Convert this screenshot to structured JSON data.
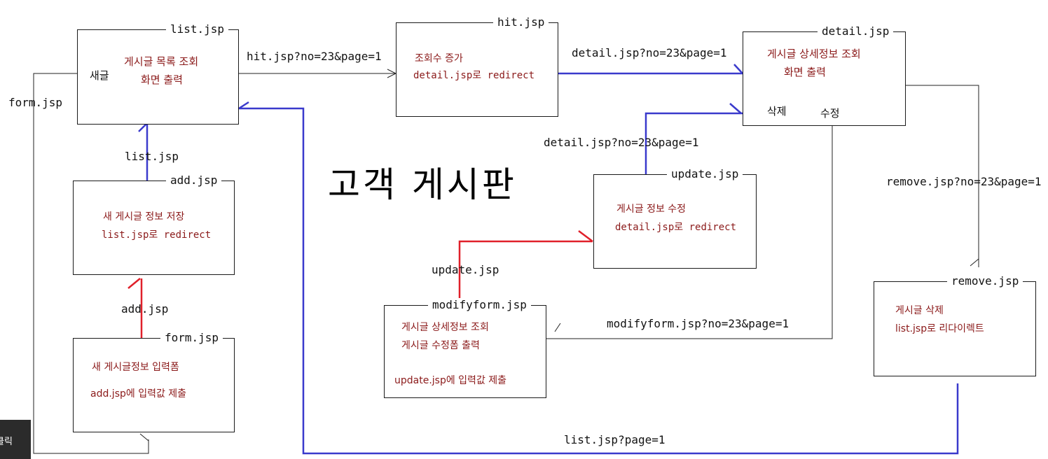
{
  "diagram_title": "고객 게시판",
  "boxes": {
    "list": {
      "title": "list.jsp",
      "line1": "게시글 목록 조회",
      "line2": "화면 출력",
      "side_label": "새글"
    },
    "hit": {
      "title": "hit.jsp",
      "line1": "조회수 증가",
      "line2": "detail.jsp로 redirect"
    },
    "detail": {
      "title": "detail.jsp",
      "line1": "게시글 상세정보 조회",
      "line2": "화면 출력",
      "delete_label": "삭제",
      "edit_label": "수정"
    },
    "add": {
      "title": "add.jsp",
      "line1": "새 게시글 정보 저장",
      "line2": "list.jsp로 redirect"
    },
    "form": {
      "title": "form.jsp",
      "line1": "새 게시글정보 입력폼",
      "line2": "add.jsp에 입력값 제출"
    },
    "update": {
      "title": "update.jsp",
      "line1": "게시글 정보 수정",
      "line2": "detail.jsp로 redirect"
    },
    "modifyform": {
      "title": "modifyform.jsp",
      "line1": "게시글 상세정보 조회",
      "line2": "게시글 수정폼 출력",
      "line3": "update.jsp에 입력값 제출"
    },
    "remove": {
      "title": "remove.jsp",
      "line1": "게시글 삭제",
      "line2": "list.jsp로 리다이렉트"
    }
  },
  "edge_labels": {
    "list_to_hit": "hit.jsp?no=23&page=1",
    "hit_to_detail": "detail.jsp?no=23&page=1",
    "update_to_detail": "detail.jsp?no=23&page=1",
    "detail_to_remove": "remove.jsp?no=23&page=1",
    "add_to_list": "list.jsp",
    "form_to_add": "add.jsp",
    "list_to_form": "form.jsp",
    "modifyform_to_update": "update.jsp",
    "detail_to_modifyform": "modifyform.jsp?no=23&page=1",
    "remove_to_list": "list.jsp?page=1"
  },
  "colors": {
    "blue_arrow": "#3a3acc",
    "red_arrow": "#e0202a",
    "box_text": "#8b1a1a"
  },
  "tooltip_fragment": "클릭"
}
